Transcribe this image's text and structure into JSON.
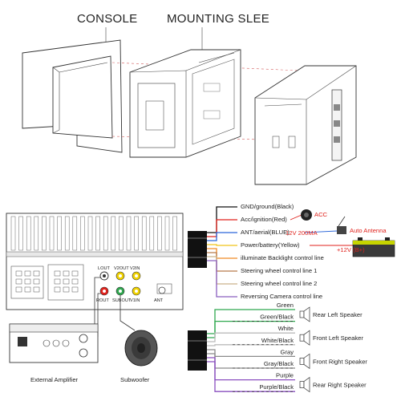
{
  "titles": {
    "console": "CONSOLE",
    "mounting_sleeve": "MOUNTING SLEE"
  },
  "power_harness": {
    "wires": [
      {
        "label": "GND/ground(Black)",
        "color": "#111111"
      },
      {
        "label": "Acc/ignition(Red)",
        "color": "#e0221c"
      },
      {
        "label": "ANT/aerial(BLUE)",
        "color": "#2b66d9"
      },
      {
        "label": "Power/battery(Yellow)",
        "color": "#f0c419"
      },
      {
        "label": "illuminate Backlight control line",
        "color": "#f08a24"
      },
      {
        "label": "Steering wheel control line 1",
        "color": "#b87a4a"
      },
      {
        "label": "Steering wheel control line 2",
        "color": "#c9b28a"
      },
      {
        "label": "Reversing Camera control line",
        "color": "#8a5fbf"
      }
    ],
    "acc_label": "ACC",
    "acc_spec": "12V  200MA",
    "auto_antenna_label": "Auto Antenna",
    "battery_label": "+12V (B+)"
  },
  "rca_ports": {
    "lout": "LOUT",
    "v2out": "V2OUT",
    "v2in": "V2IN",
    "rout": "ROUT",
    "subout": "SUBOUT",
    "v1in": "V1IN",
    "ant": "ANT"
  },
  "speakers": {
    "wires": [
      {
        "label": "Green",
        "color": "#2fa84f"
      },
      {
        "label": "Green/Black",
        "color": "#2fa84f"
      },
      {
        "label": "White",
        "color": "#bbbbbb"
      },
      {
        "label": "White/Black",
        "color": "#bbbbbb"
      },
      {
        "label": "Gray",
        "color": "#8a8a8a"
      },
      {
        "label": "Gray/Black",
        "color": "#8a8a8a"
      },
      {
        "label": "Purple",
        "color": "#8a4fbf"
      },
      {
        "label": "Purple/Black",
        "color": "#8a4fbf"
      }
    ],
    "names": [
      "Rear Left Speaker",
      "Front Left Speaker",
      "Front Right Speaker",
      "Rear Right Speaker"
    ]
  },
  "components": {
    "external_amplifier": "External Amplifier",
    "subwoofer": "Subwoofer"
  }
}
